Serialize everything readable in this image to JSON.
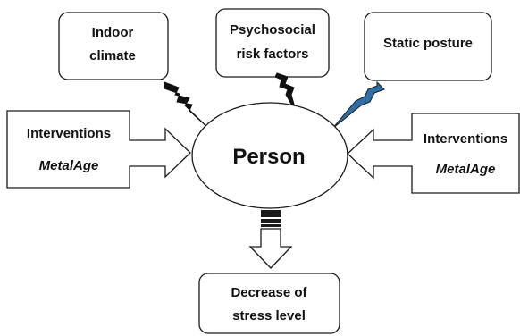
{
  "nodes": {
    "indoor_climate": {
      "line1": "Indoor",
      "line2": "climate"
    },
    "psychosocial": {
      "line1": "Psychosocial",
      "line2": "risk factors"
    },
    "static_posture": {
      "label": "Static posture"
    },
    "person": {
      "label": "Person"
    },
    "decrease_stress": {
      "line1": "Decrease of",
      "line2": "stress level"
    }
  },
  "interventions": {
    "left": {
      "title": "Interventions",
      "name": "MetalAge"
    },
    "right": {
      "title": "Interventions",
      "name": "MetalAge"
    }
  },
  "colors": {
    "stroke": "#1a1a1a",
    "bolt_dark": "#111111",
    "bolt_blue": "#2e6fa7",
    "background": "#ffffff"
  },
  "icons": {
    "bolt": "lightning-bolt-icon",
    "arrow": "block-arrow-icon"
  }
}
